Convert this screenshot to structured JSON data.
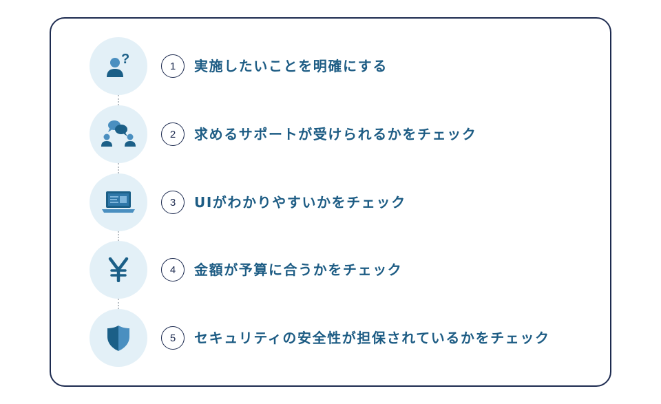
{
  "steps": [
    {
      "number": "1",
      "label": "実施したいことを明確にする",
      "icon": "person-question-icon"
    },
    {
      "number": "2",
      "label": "求めるサポートが受けられるかをチェック",
      "icon": "people-chat-icon"
    },
    {
      "number": "3",
      "label": "UIがわかりやすいかをチェック",
      "icon": "laptop-icon"
    },
    {
      "number": "4",
      "label": "金額が予算に合うかをチェック",
      "icon": "yen-icon"
    },
    {
      "number": "5",
      "label": "セキュリティの安全性が担保されているかをチェック",
      "icon": "shield-icon"
    }
  ],
  "colors": {
    "border": "#1c2a4f",
    "text": "#1d5c84",
    "icon_bg": "#e3f0f7",
    "icon_dark": "#1b5f87",
    "icon_light": "#4a8fc0"
  }
}
